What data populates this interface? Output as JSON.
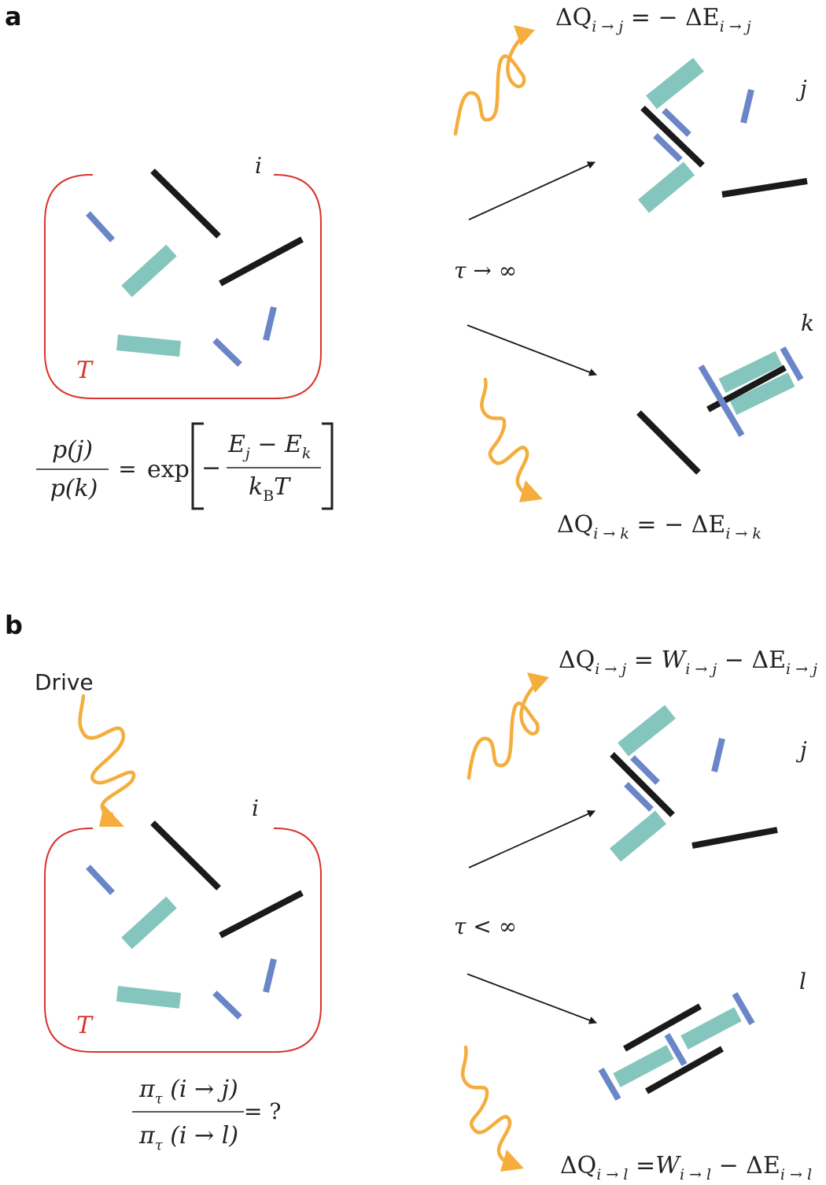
{
  "colors": {
    "teal": "#84c6bd",
    "blue": "#6a86c8",
    "black": "#1a1a1a",
    "orange": "#f5ad3c",
    "red": "#d9342b",
    "ink": "#222222"
  },
  "panel_a": {
    "label": "a",
    "state_i": "i",
    "bath_temp": "T",
    "state_j": "j",
    "state_k": "k",
    "tau_limit": "τ → ∞",
    "heat_j": {
      "d": "ΔQ",
      "sub": "i → j",
      "eq": " = − ΔE",
      "sub2": "i → j"
    },
    "heat_k": {
      "d": "ΔQ",
      "sub": "i → k",
      "eq": " = − ΔE",
      "sub2": "i → k"
    },
    "boltzmann": {
      "num": "p(j)",
      "den": "p(k)",
      "eq": "=",
      "exp": "exp",
      "minus": "−",
      "frac_num_a": "E",
      "frac_num_a_sub": "j",
      "frac_num_mid": " − E",
      "frac_num_b_sub": "k",
      "frac_den": "k",
      "frac_den_sub": "B",
      "frac_den_tail": "T"
    }
  },
  "panel_b": {
    "label": "b",
    "drive": "Drive",
    "state_i": "i",
    "bath_temp": "T",
    "state_j": "j",
    "state_l": "l",
    "tau_limit": "τ < ∞",
    "heat_j": {
      "d": "ΔQ",
      "sub": "i → j",
      "eq": " = W",
      "sub2": "i → j",
      "eq2": " − ΔE",
      "sub3": "i → j"
    },
    "heat_l": {
      "d": "ΔQ",
      "sub": "i → l",
      "eq": " =W",
      "sub2": "i → l",
      "eq2": " − ΔE",
      "sub3": "i → l"
    },
    "ratio": {
      "num_pi": "π",
      "num_sub": "τ",
      "num_rest": " (i → j)",
      "den_pi": "π",
      "den_sub": "τ",
      "den_rest": " (i → l)",
      "tail": " = ?"
    }
  }
}
